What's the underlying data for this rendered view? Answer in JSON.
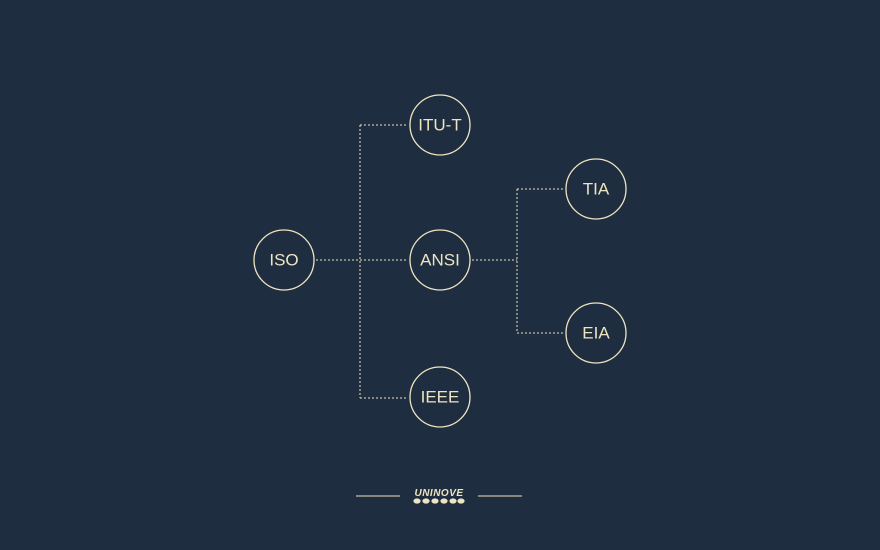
{
  "nodes": {
    "iso": "ISO",
    "itu_t": "ITU-T",
    "ansi": "ANSI",
    "ieee": "IEEE",
    "tia": "TIA",
    "eia": "EIA"
  },
  "footer": {
    "logo_text": "UNINOVE"
  },
  "colors": {
    "background": "#1e2d3f",
    "foreground": "#efe4c2"
  }
}
